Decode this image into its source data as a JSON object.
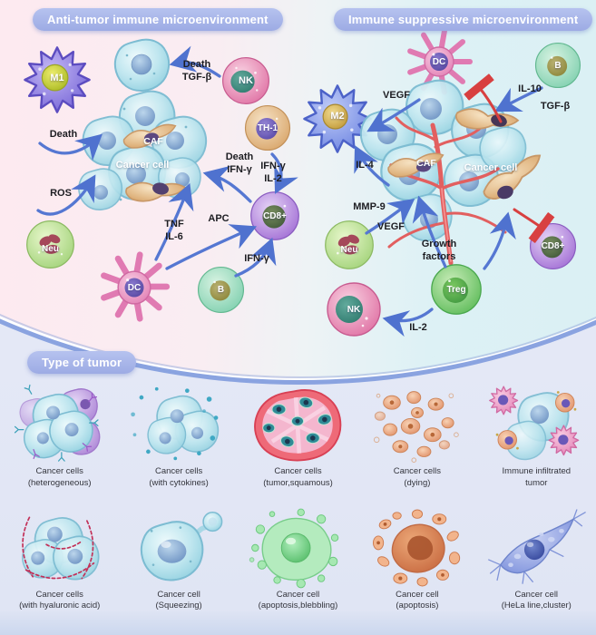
{
  "anti": {
    "title": "Anti-tumor immune microenvironment",
    "cells": {
      "m1": "M1",
      "nk": "NK",
      "th1": "TH-1",
      "neu": "Neu",
      "dc": "DC",
      "b": "B",
      "cd8": "CD8+",
      "caf": "CAF",
      "cancer": "Cancer cell"
    },
    "labels": {
      "death": "Death",
      "ros": "ROS",
      "death_tgfb": "Death\nTGF-β",
      "death_ifng": "Death\nIFN-γ",
      "ifng_il2": "IFN-γ\nIL-2",
      "tnf_il6": "TNF\nIL-6",
      "apc": "APC",
      "ifng": "IFN-γ"
    }
  },
  "sup": {
    "title": "Immune suppressive microenvironment",
    "cells": {
      "dc": "DC",
      "b": "B",
      "m2": "M2",
      "neu": "Neu",
      "treg": "Treg",
      "nk": "NK",
      "cd8": "CD8+",
      "caf": "CAF",
      "cancer": "Cancer cell"
    },
    "labels": {
      "vegf_top": "VEGF",
      "il10": "IL-10",
      "tgfb": "TGF-β",
      "il4": "IL-4",
      "mmp9": "MMP-9",
      "vegf": "VEGF",
      "growth": "Growth\nfactors",
      "il2": "IL-2"
    }
  },
  "tumor_types": {
    "title": "Type of tumor",
    "cards": [
      {
        "name": "Cancer cells",
        "detail": "(heterogeneous)"
      },
      {
        "name": "Cancer cells",
        "detail": "(with cytokines)"
      },
      {
        "name": "Cancer cells",
        "detail": "(tumor,squamous)"
      },
      {
        "name": "Cancer cells",
        "detail": "(dying)"
      },
      {
        "name": "Immune infiltrated",
        "detail": "tumor"
      },
      {
        "name": "Cancer cells",
        "detail": "(with hyaluronic acid)"
      },
      {
        "name": "Cancer cell",
        "detail": "(Squeezing)"
      },
      {
        "name": "Cancer cell",
        "detail": "(apoptosis,blebbling)"
      },
      {
        "name": "Cancer cell",
        "detail": "(apoptosis)"
      },
      {
        "name": "Cancer cell",
        "detail": "(HeLa line,cluster)"
      }
    ]
  },
  "colors": {
    "arrow": "#5577d2",
    "inhibit": "#d84040",
    "header_pill": "#a5b2e7",
    "left_bg": "#fdeaf0",
    "right_bg": "#d6eef3",
    "bottom_bg": "#e3e7f6"
  }
}
